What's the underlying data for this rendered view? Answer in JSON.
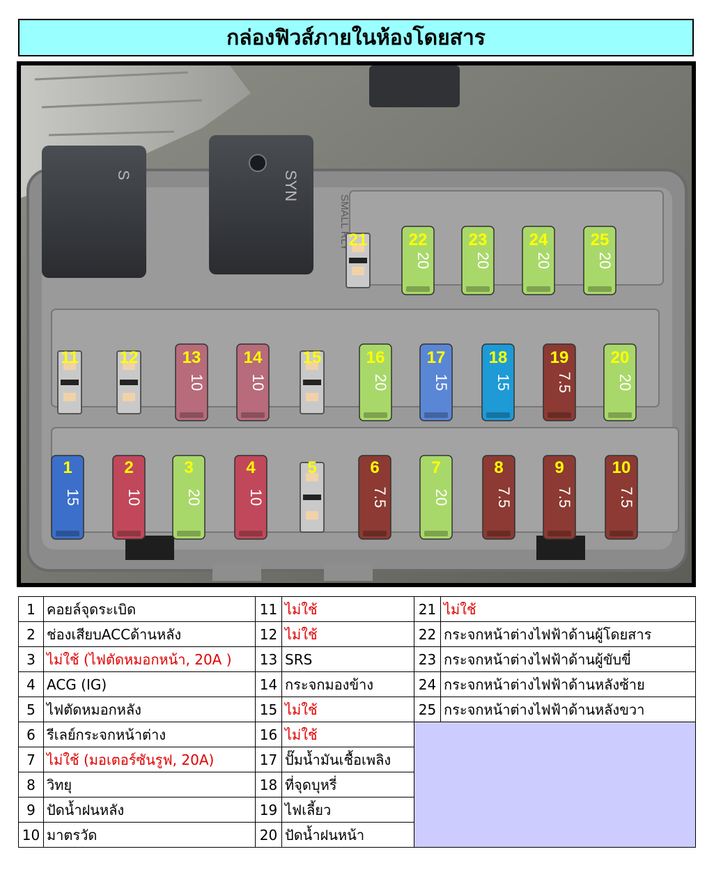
{
  "title": "กล่องฟิวส์ภายในห้องโดยสาร",
  "box_labels": {
    "relay_right": "SYN",
    "relay_left": "S",
    "small_relay": "SMALL RLY"
  },
  "fuses": [
    {
      "num": "1",
      "rating": "15",
      "color": "#3b6fc9"
    },
    {
      "num": "2",
      "rating": "10",
      "color": "#c0485a"
    },
    {
      "num": "3",
      "rating": "20",
      "color": "#a9d86a"
    },
    {
      "num": "4",
      "rating": "10",
      "color": "#c0485a"
    },
    {
      "num": "5",
      "rating": "",
      "color": ""
    },
    {
      "num": "6",
      "rating": "7.5",
      "color": "#8c3a33"
    },
    {
      "num": "7",
      "rating": "20",
      "color": "#a9d86a"
    },
    {
      "num": "8",
      "rating": "7.5",
      "color": "#8c3a33"
    },
    {
      "num": "9",
      "rating": "7.5",
      "color": "#8c3a33"
    },
    {
      "num": "10",
      "rating": "7.5",
      "color": "#8c3a33"
    },
    {
      "num": "11",
      "rating": "",
      "color": ""
    },
    {
      "num": "12",
      "rating": "",
      "color": ""
    },
    {
      "num": "13",
      "rating": "10",
      "color": "#b76b7b"
    },
    {
      "num": "14",
      "rating": "10",
      "color": "#b76b7b"
    },
    {
      "num": "15",
      "rating": "",
      "color": ""
    },
    {
      "num": "16",
      "rating": "20",
      "color": "#a9d86a"
    },
    {
      "num": "17",
      "rating": "15",
      "color": "#5a86d6"
    },
    {
      "num": "18",
      "rating": "15",
      "color": "#1e9ad6"
    },
    {
      "num": "19",
      "rating": "7.5",
      "color": "#8c3a33"
    },
    {
      "num": "20",
      "rating": "20",
      "color": "#a9d86a"
    },
    {
      "num": "21",
      "rating": "",
      "color": ""
    },
    {
      "num": "22",
      "rating": "20",
      "color": "#a9d86a"
    },
    {
      "num": "23",
      "rating": "20",
      "color": "#a9d86a"
    },
    {
      "num": "24",
      "rating": "20",
      "color": "#a9d86a"
    },
    {
      "num": "25",
      "rating": "20",
      "color": "#a9d86a"
    }
  ],
  "legend": {
    "col1": [
      {
        "num": "1",
        "text": "คอยล์จุดระเบิด",
        "unused": false
      },
      {
        "num": "2",
        "text": "ช่องเสียบACCด้านหลัง",
        "unused": false
      },
      {
        "num": "3",
        "text": "ไม่ใช้ (ไฟตัดหมอกหน้า, 20A )",
        "unused": true
      },
      {
        "num": "4",
        "text": "ACG (IG)",
        "unused": false
      },
      {
        "num": "5",
        "text": "ไฟตัดหมอกหลัง",
        "unused": false
      },
      {
        "num": "6",
        "text": "รีเลย์กระจกหน้าต่าง",
        "unused": false
      },
      {
        "num": "7",
        "text": "ไม่ใช้ (มอเตอร์ซันรูฟ, 20A)",
        "unused": true
      },
      {
        "num": "8",
        "text": "วิทยุ",
        "unused": false
      },
      {
        "num": "9",
        "text": "ปัดน้ำฝนหลัง",
        "unused": false
      },
      {
        "num": "10",
        "text": "มาตรวัด",
        "unused": false
      }
    ],
    "col2": [
      {
        "num": "11",
        "text": "ไม่ใช้",
        "unused": true
      },
      {
        "num": "12",
        "text": "ไม่ใช้",
        "unused": true
      },
      {
        "num": "13",
        "text": "SRS",
        "unused": false
      },
      {
        "num": "14",
        "text": "กระจกมองข้าง",
        "unused": false
      },
      {
        "num": "15",
        "text": "ไม่ใช้",
        "unused": true
      },
      {
        "num": "16",
        "text": "ไม่ใช้",
        "unused": true
      },
      {
        "num": "17",
        "text": "ปั๊มน้ำมันเชื้อเพลิง",
        "unused": false
      },
      {
        "num": "18",
        "text": "ที่จุดบุหรี่",
        "unused": false
      },
      {
        "num": "19",
        "text": "ไฟเลี้ยว",
        "unused": false
      },
      {
        "num": "20",
        "text": "ปัดน้ำฝนหน้า",
        "unused": false
      }
    ],
    "col3": [
      {
        "num": "21",
        "text": "ไม่ใช้",
        "unused": true
      },
      {
        "num": "22",
        "text": "กระจกหน้าต่างไฟฟ้าด้านผู้โดยสาร",
        "unused": false
      },
      {
        "num": "23",
        "text": "กระจกหน้าต่างไฟฟ้าด้านผู้ขับขี่",
        "unused": false
      },
      {
        "num": "24",
        "text": "กระจกหน้าต่างไฟฟ้าด้านหลังซ้าย",
        "unused": false
      },
      {
        "num": "25",
        "text": "กระจกหน้าต่างไฟฟ้าด้านหลังขวา",
        "unused": false
      }
    ]
  }
}
